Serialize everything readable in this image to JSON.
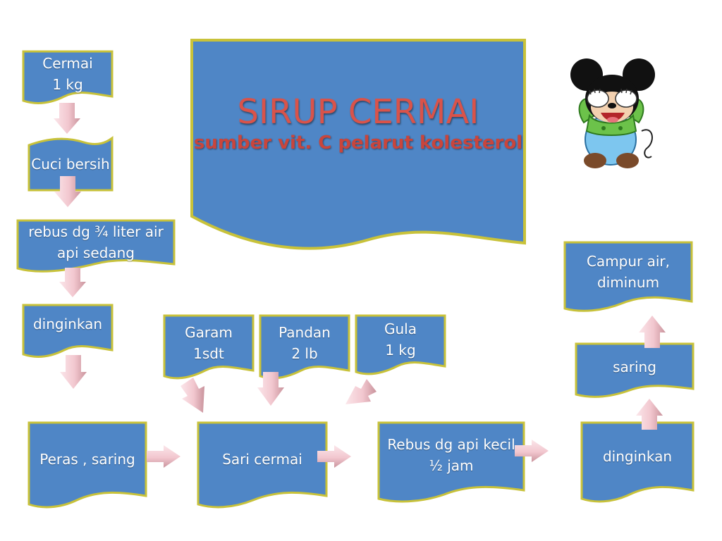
{
  "title": {
    "main": "SIRUP CERMAI",
    "sub": "sumber vit. C pelarut kolesterol"
  },
  "steps": [
    {
      "id": "cermai",
      "lines": [
        "Cermai",
        "1 kg"
      ]
    },
    {
      "id": "cuci",
      "lines": [
        "Cuci bersih"
      ]
    },
    {
      "id": "rebus",
      "lines": [
        "rebus dg ¾ liter air",
        "api sedang"
      ]
    },
    {
      "id": "dinginkan1",
      "lines": [
        "dinginkan"
      ]
    },
    {
      "id": "peras",
      "lines": [
        "Peras , saring"
      ]
    },
    {
      "id": "sari",
      "lines": [
        "Sari cermai"
      ]
    },
    {
      "id": "rebus-kecil",
      "lines": [
        "Rebus dg api kecil",
        "½ jam"
      ]
    },
    {
      "id": "dinginkan2",
      "lines": [
        "dinginkan"
      ]
    },
    {
      "id": "saring",
      "lines": [
        "saring"
      ]
    },
    {
      "id": "campur",
      "lines": [
        "Campur air,",
        "diminum"
      ]
    },
    {
      "id": "garam",
      "lines": [
        "Garam",
        "1sdt"
      ]
    },
    {
      "id": "pandan",
      "lines": [
        "Pandan",
        "2 lb"
      ]
    },
    {
      "id": "gula",
      "lines": [
        "Gula",
        "1 kg"
      ]
    }
  ],
  "colors": {
    "box_fill": "#4f86c6",
    "box_border": "#c8c23a",
    "title_main": "#d9534a",
    "title_sub": "#c9453c",
    "arrow_fill": "#f2c7cf"
  },
  "mascot": {
    "icon": "cartoon-mouse-icon"
  }
}
